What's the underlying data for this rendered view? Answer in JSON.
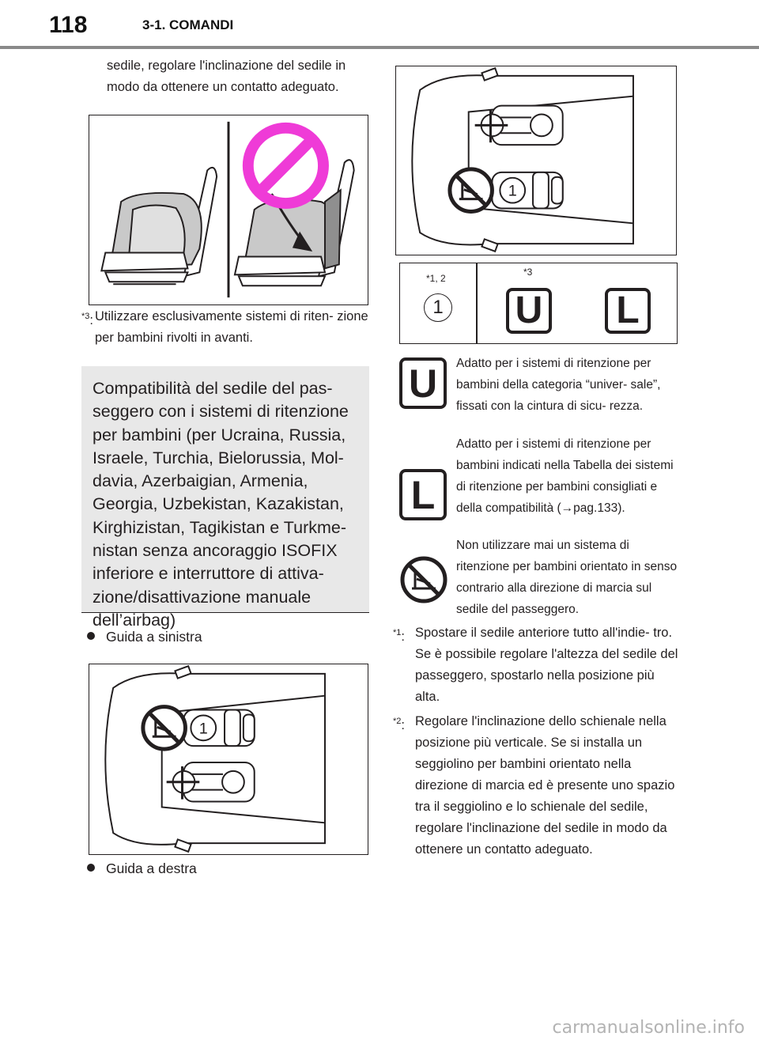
{
  "header": {
    "page_number": "118",
    "section": "3-1. COMANDI"
  },
  "left": {
    "top_para": "sedile, regolare l'inclinazione del sedile in modo da ottenere un contatto adeguato.",
    "note3": {
      "mark": "*3",
      "sep": ":",
      "text": "Utilizzare esclusivamente sistemi di riten- zione per bambini rivolti in avanti."
    },
    "heading": "Compatibilità del sedile del pas- seggero con i sistemi di ritenzione per bambini (per Ucraina, Russia, Israele, Turchia, Bielorussia, Mol- davia, Azerbaigian, Armenia, Georgia, Uzbekistan, Kazakistan, Kirghizistan, Tagikistan e Turkme- nistan senza ancoraggio ISOFIX inferiore e interruttore di attiva- zione/disattivazione manuale dell’airbag)",
    "bullet_left": "Guida a sinistra",
    "bullet_right": "Guida a destra",
    "diagram_label": "1"
  },
  "right": {
    "diagram_label": "1",
    "table": {
      "col1_header": "*1, 2",
      "col1_value": "1",
      "col2_header": "*3",
      "col2_icon_u": "U",
      "col2_icon_l": "L"
    },
    "legend": [
      {
        "icon": "U",
        "text": "Adatto per i sistemi di ritenzione per bambini della categoria “univer- sale”, fissati con la cintura di sicu- rezza."
      },
      {
        "icon": "L",
        "text": "Adatto per i sistemi di ritenzione per bambini indicati nella Tabella dei sistemi di ritenzione per bambini consigliati e della compatibilità (→pag.133)."
      },
      {
        "icon": "no-rear-facing-seat-icon",
        "text": "Non utilizzare mai un sistema di ritenzione per bambini orientato in senso contrario alla direzione di marcia sul sedile del passeggero."
      }
    ],
    "note1": {
      "mark": "*1",
      "sep": ":",
      "text": "Spostare il sedile anteriore tutto all'indie- tro. Se è possibile regolare l'altezza del sedile del passeggero, spostarlo nella posizione più alta."
    },
    "note2": {
      "mark": "*2",
      "sep": ":",
      "text": "Regolare l'inclinazione dello schienale nella posizione più verticale. Se si installa un seggiolino per bambini orientato nella direzione di marcia ed è presente uno spazio tra il seggiolino e lo schienale del sedile, regolare l'inclinazione del sedile in modo da ottenere un contatto adeguato."
    }
  },
  "watermark": "carmanualsonline.info",
  "colors": {
    "prohibit": "#ef3bd7",
    "seat_fill": "#c9c9c9",
    "heading_bg": "#e8e8e8",
    "ink": "#231f20"
  }
}
